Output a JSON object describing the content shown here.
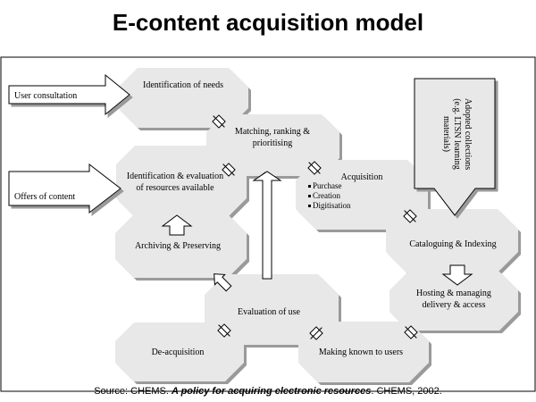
{
  "title": "E-content acquisition model",
  "inputs": {
    "user_consultation": "User consultation",
    "offers_of_content": "Offers of content",
    "adopted_collections": [
      "Adopted collections",
      "(e.g. LTSN learning",
      "materials)"
    ]
  },
  "stages": {
    "identification_of_needs": [
      "Identification of needs"
    ],
    "matching": [
      "Matching, ranking &",
      "prioritising"
    ],
    "identification_evaluation": [
      "Identification & evaluation",
      "of resources available"
    ],
    "acquisition": [
      "Acquisition"
    ],
    "acquisition_bullets": [
      "Purchase",
      "Creation",
      "Digitisation"
    ],
    "archiving": [
      "Archiving & Preserving"
    ],
    "cataloguing": [
      "Cataloguing & Indexing"
    ],
    "hosting": [
      "Hosting & managing",
      "delivery & access"
    ],
    "evaluation_of_use": [
      "Evaluation of use"
    ],
    "de_acquisition": [
      "De-acquisition"
    ],
    "making_known": [
      "Making known to users"
    ]
  },
  "source": {
    "prefix": "Source: CHEMS. ",
    "title": "A policy for acquiring electronic resources",
    "suffix": ". CHEMS, 2002."
  }
}
